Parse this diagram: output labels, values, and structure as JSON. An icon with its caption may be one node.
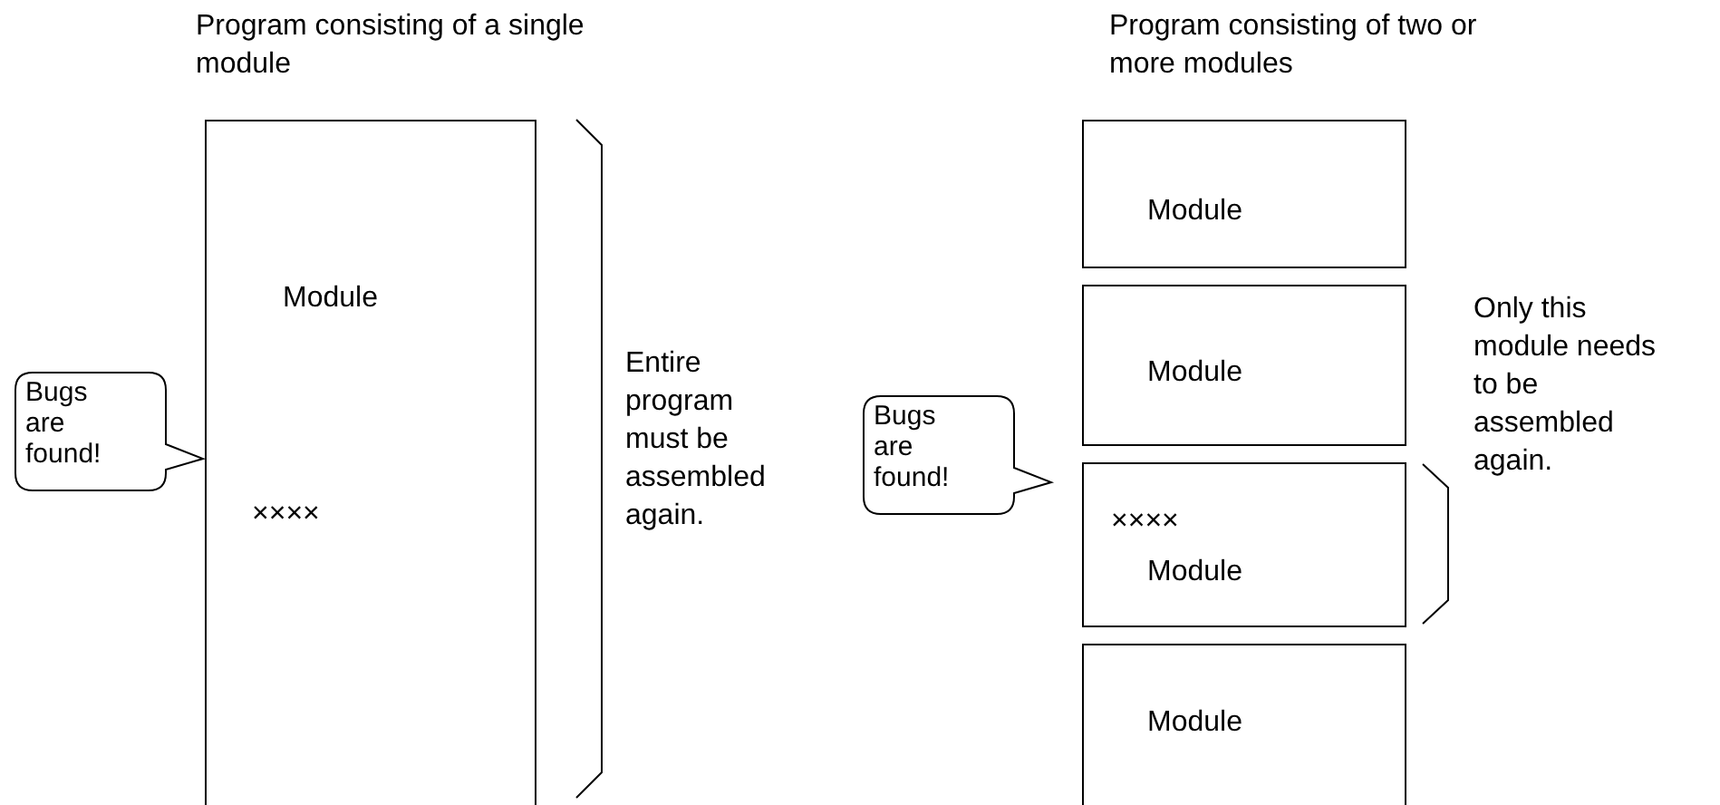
{
  "diagram": {
    "nodes": [
      {
        "text": [
          "Module",
          "××××"
        ]
      },
      {
        "text": [
          "Bugs are found!"
        ]
      },
      {
        "text": [
          "Module"
        ]
      },
      {
        "text": [
          "Module"
        ]
      },
      {
        "text": [
          "××××",
          "Module"
        ]
      },
      {
        "text": [
          "Module"
        ]
      },
      {
        "text": [
          "Bugs are found!"
        ]
      }
    ],
    "edges": [],
    "labels": [
      "Program consisting of a single module",
      "Entire program must be assembled again.",
      "Program consisting of two or more modules",
      "Only this module needs to be assembled again."
    ]
  }
}
